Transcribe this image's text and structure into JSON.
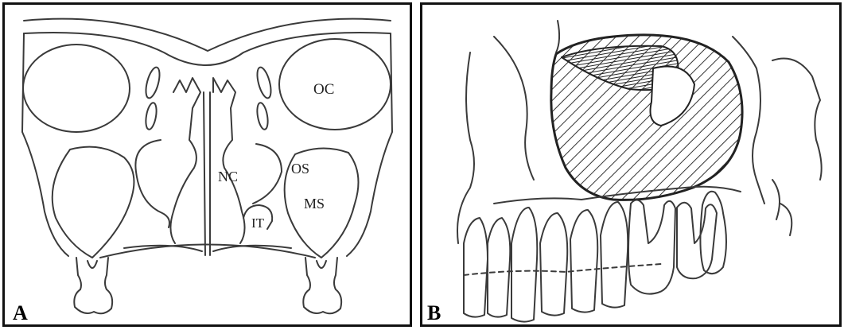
{
  "panel_a": {
    "letter": "A",
    "labels": {
      "orbital_cavity": "OC",
      "nasal_cavity": "NC",
      "ostium": "OS",
      "maxillary_sinus": "MS",
      "inferior_turbinate": "IT"
    }
  },
  "panel_b": {
    "letter": "B"
  }
}
